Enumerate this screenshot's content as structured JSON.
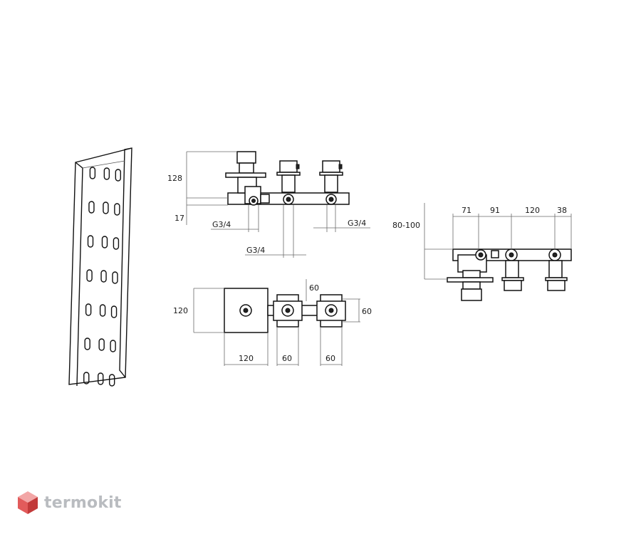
{
  "brand": {
    "name": "termokit",
    "colors": {
      "hex_top": "#f2a6a6",
      "hex_left": "#e25b5b",
      "hex_right": "#c23a3a",
      "text": "#b9bcc0"
    }
  },
  "drawing": {
    "side_view": {
      "height_top": "128",
      "height_bottom": "17",
      "thread_left": "G3/4",
      "thread_right": "G3/4",
      "thread_bottom": "G3/4"
    },
    "top_view": {
      "box_height": "120",
      "box_width": "120",
      "valve1_width": "60",
      "valve2_width": "60",
      "valve_height": "60",
      "valve_height_right": "60"
    },
    "front_view": {
      "spacing_1": "71",
      "spacing_2": "91",
      "spacing_3": "120",
      "spacing_4": "38",
      "depth_range": "80-100"
    }
  },
  "colors": {
    "line": "#111111",
    "dimension": "#6a6a6a"
  }
}
